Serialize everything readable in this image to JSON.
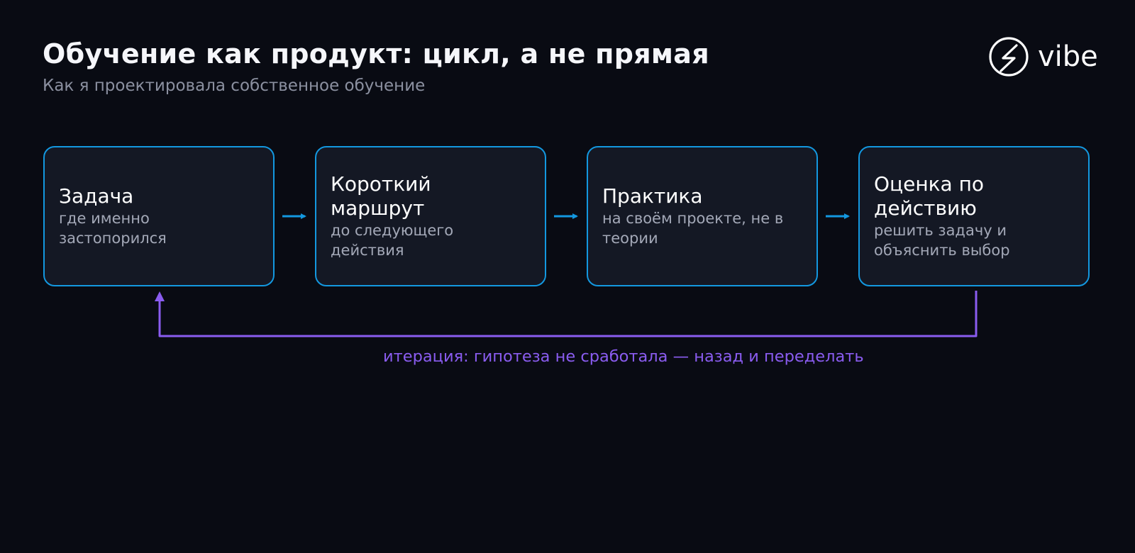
{
  "header": {
    "title": "Обучение как продукт: цикл, а не прямая",
    "subtitle": "Как я проектировала собственное обучение"
  },
  "logo": {
    "icon": "vibe-logo-icon",
    "text": "vibe"
  },
  "steps": [
    {
      "title": "Задача",
      "description": "где именно застопорился"
    },
    {
      "title": "Короткий маршрут",
      "description": "до следующего действия"
    },
    {
      "title": "Практика",
      "description": "на своём проекте, не в теории"
    },
    {
      "title": "Оценка по действию",
      "description": "решить задачу и объяснить выбор"
    }
  ],
  "loop": {
    "label": "итерация: гипотеза не сработала — назад и переделать"
  },
  "colors": {
    "background": "#090b13",
    "box_border": "#1398e0",
    "arrow": "#1398e0",
    "loop": "#8a5cf0",
    "box_fill": "#141824"
  }
}
